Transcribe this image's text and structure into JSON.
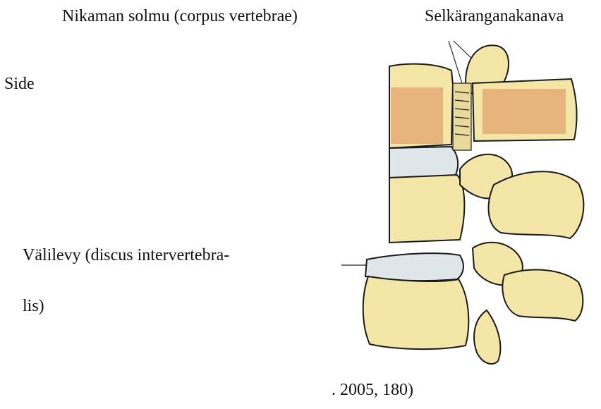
{
  "labels": {
    "top_left": "Nikaman solmu (corpus vertebrae)",
    "top_right": "Selkäranganakanava",
    "side_cut": "Side",
    "disc_line1": "Välilevy (discus intervertebra-",
    "disc_line2": "lis)",
    "citation": ". 2005, 180)"
  },
  "colors": {
    "bone": "#f3e6a6",
    "bone_shadow": "#d9c676",
    "marrow": "#e8b47d",
    "disc": "#dfe7ea",
    "outline": "#1a1a1a"
  }
}
